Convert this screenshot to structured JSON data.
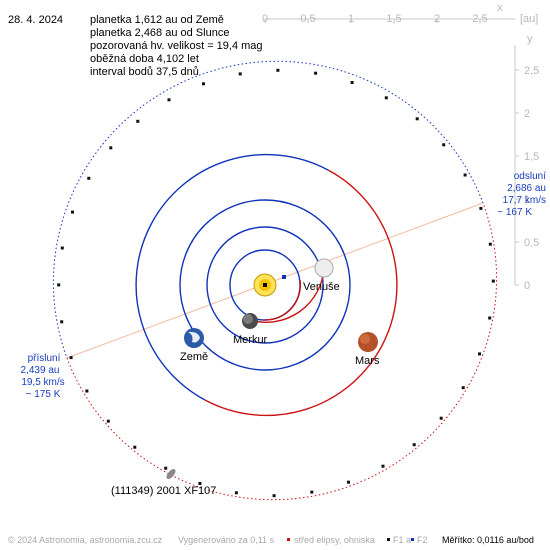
{
  "date": "28. 4. 2024",
  "info": [
    "planetka 1,612 au od Země",
    "planetka 2,468 au od Slunce",
    "pozorovaná hv. velikost = 19,4 mag",
    "oběžná doba 4,102 let",
    "interval bodů 37,5 dnů"
  ],
  "axis": {
    "x_unit": "[au]",
    "x_letter": "x",
    "y_letter": "y",
    "x_ticks": [
      "0",
      "0,5",
      "1",
      "1,5",
      "2",
      "2,5"
    ],
    "y_ticks": [
      "2,5",
      "2",
      "1,5",
      "1",
      "0,5",
      "0"
    ]
  },
  "aphelion": {
    "title": "odsluní",
    "dist": "2,686 au",
    "speed": "17,7 km/s",
    "temp": "~ 167 K"
  },
  "perihelion": {
    "title": "přísluní",
    "dist": "2,439 au",
    "speed": "19,5 km/s",
    "temp": "~ 175 K"
  },
  "bodies": {
    "mercury": "Merkur",
    "venus": "Venuše",
    "earth": "Země",
    "mars": "Mars",
    "asteroid": "(111349) 2001 XF107"
  },
  "footer": {
    "copyright": "© 2024 Astronomia, astronomia.zcu.cz",
    "generated": "Vygenerováno za 0,11 s",
    "center_legend": "střed elipsy, ohniska",
    "f1": "F1 a",
    "f2": "F2",
    "scale": "Měřítko: 0,0116 au/bod"
  },
  "colors": {
    "orbit_blue": "#1133bb",
    "orbit_red": "#cc1111",
    "apsis_line": "#f3b9a0",
    "label_blue": "#1a3cbf",
    "sun": "#f5c400"
  }
}
